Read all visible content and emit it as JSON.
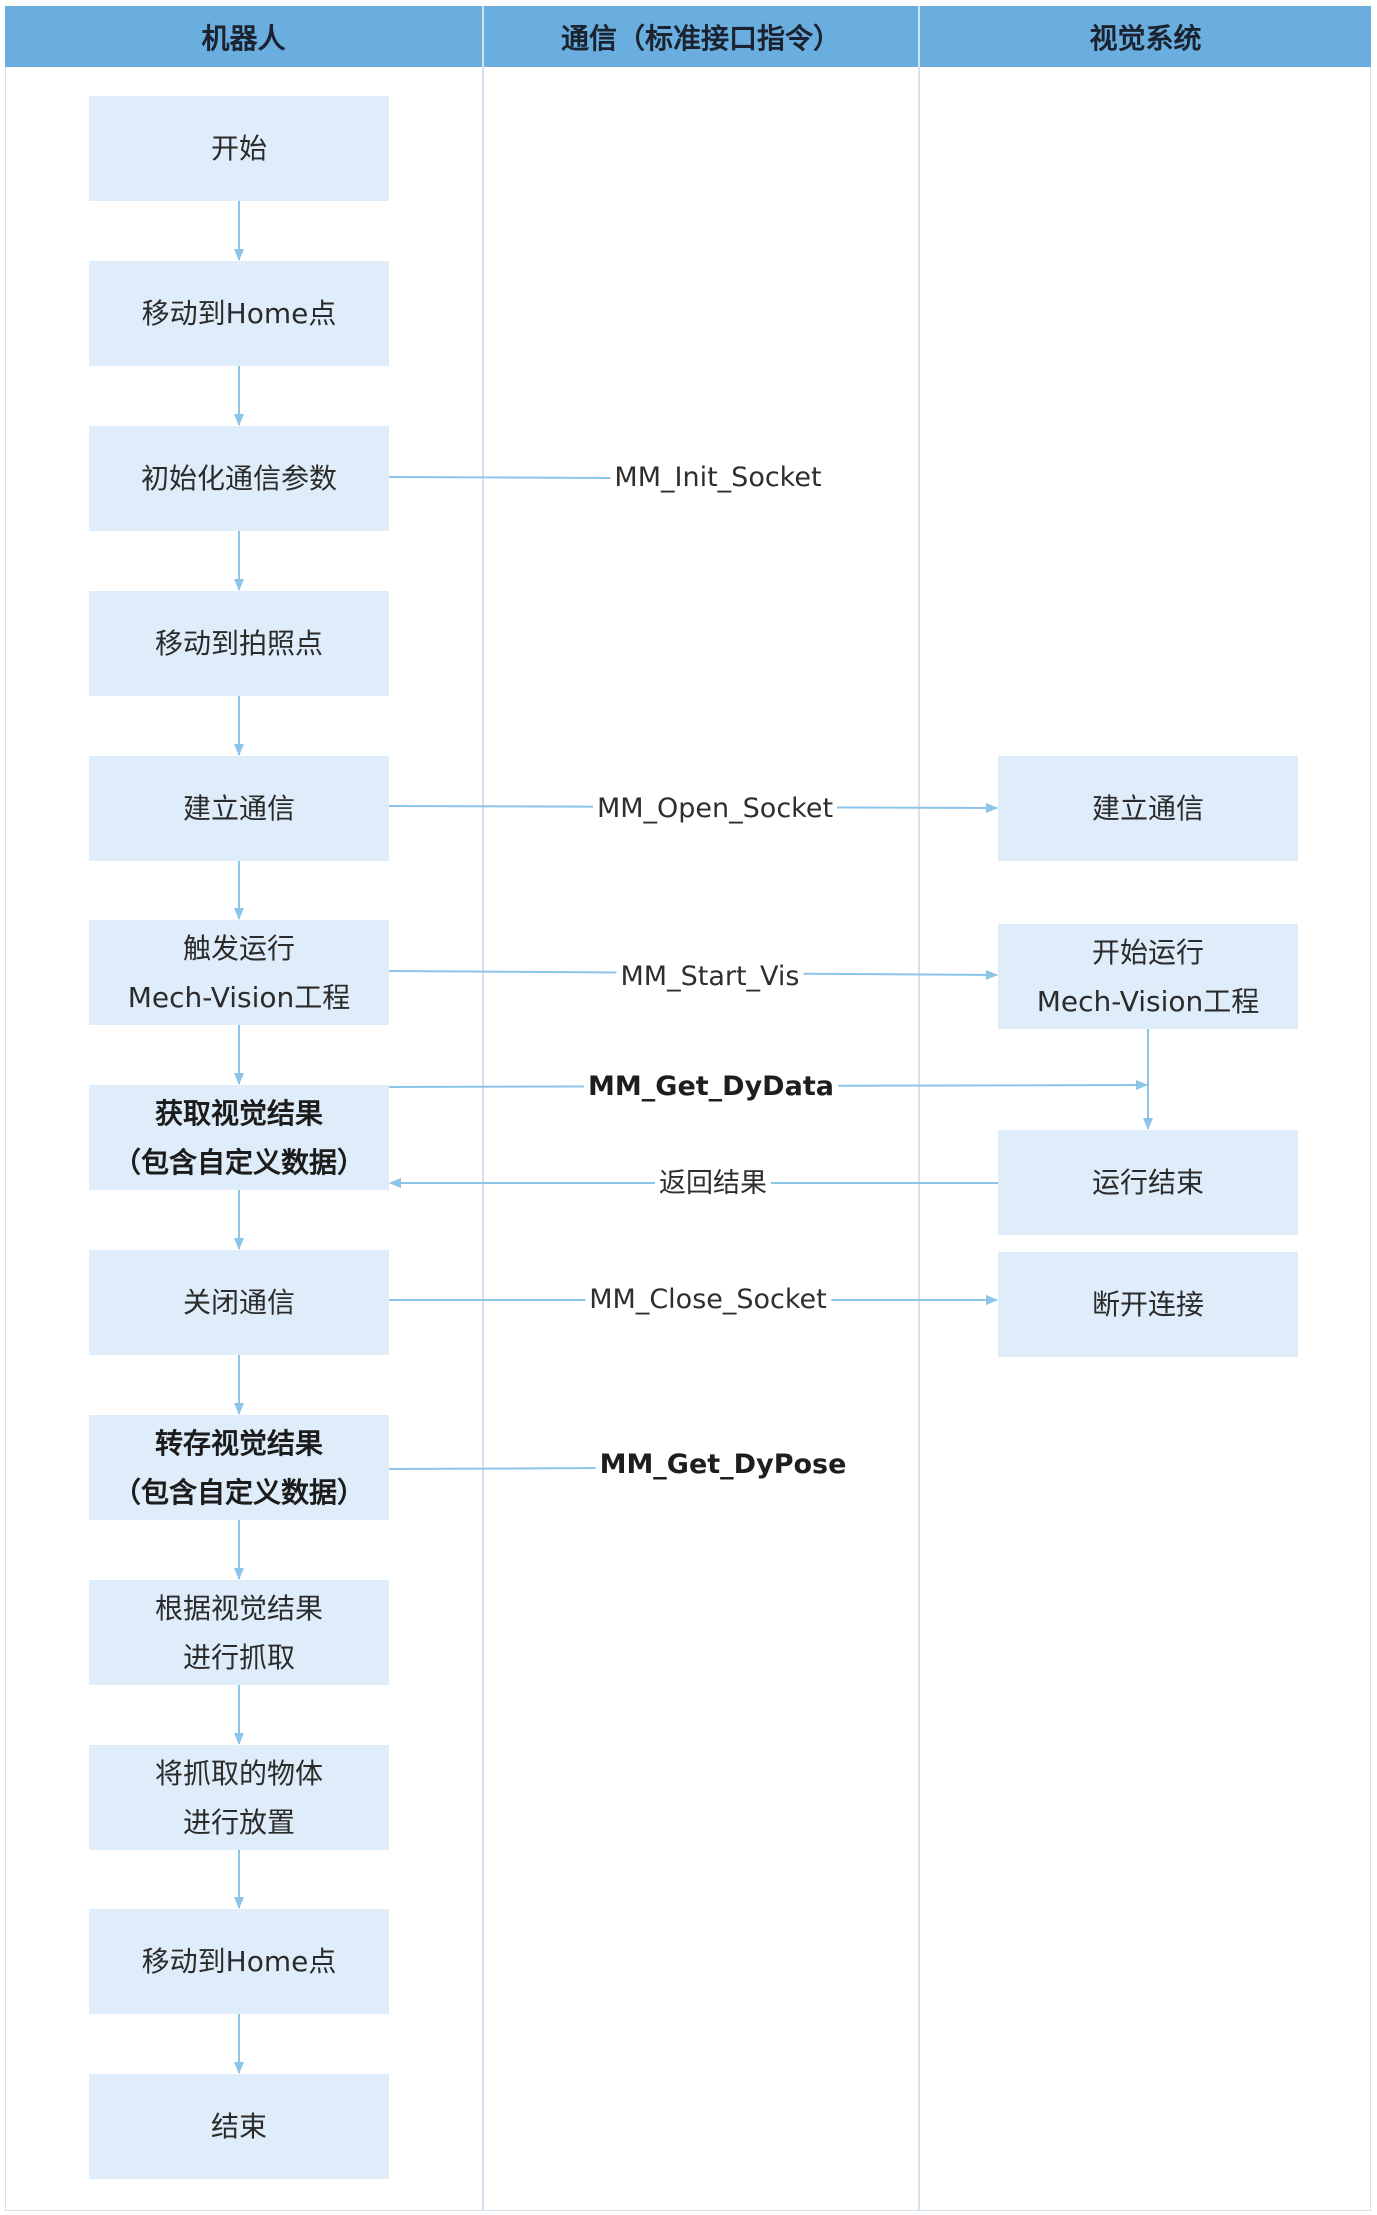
{
  "lanes": {
    "robot": "机器人",
    "comm": "通信（标准接口指令）",
    "vision": "视觉系统"
  },
  "robot_steps": [
    {
      "lines": [
        "开始"
      ],
      "bold": false
    },
    {
      "lines": [
        "移动到Home点"
      ],
      "bold": false
    },
    {
      "lines": [
        "初始化通信参数"
      ],
      "bold": false
    },
    {
      "lines": [
        "移动到拍照点"
      ],
      "bold": false
    },
    {
      "lines": [
        "建立通信"
      ],
      "bold": false
    },
    {
      "lines": [
        "触发运行",
        "Mech-Vision工程"
      ],
      "bold": false
    },
    {
      "lines": [
        "获取视觉结果",
        "（包含自定义数据）"
      ],
      "bold": true
    },
    {
      "lines": [
        "关闭通信"
      ],
      "bold": false
    },
    {
      "lines": [
        "转存视觉结果",
        "（包含自定义数据）"
      ],
      "bold": true
    },
    {
      "lines": [
        "根据视觉结果",
        "进行抓取"
      ],
      "bold": false
    },
    {
      "lines": [
        "将抓取的物体",
        "进行放置"
      ],
      "bold": false
    },
    {
      "lines": [
        "移动到Home点"
      ],
      "bold": false
    },
    {
      "lines": [
        "结束"
      ],
      "bold": false
    }
  ],
  "vision_steps": [
    {
      "lines": [
        "建立通信"
      ]
    },
    {
      "lines": [
        "开始运行",
        "Mech-Vision工程"
      ]
    },
    {
      "lines": [
        "运行结束"
      ]
    },
    {
      "lines": [
        "断开连接"
      ]
    }
  ],
  "messages": [
    {
      "label": "MM_Init_Socket",
      "bold": false
    },
    {
      "label": "MM_Open_Socket",
      "bold": false
    },
    {
      "label": "MM_Start_Vis",
      "bold": false
    },
    {
      "label": "MM_Get_DyData",
      "bold": true
    },
    {
      "label": "返回结果",
      "bold": false
    },
    {
      "label": "MM_Close_Socket",
      "bold": false
    },
    {
      "label": "MM_Get_DyPose",
      "bold": true
    }
  ],
  "colors": {
    "header": "#6aaee0",
    "box": "#deedf9",
    "connector": "#8cc4ea",
    "lane_divider": "#d3e2ee"
  }
}
